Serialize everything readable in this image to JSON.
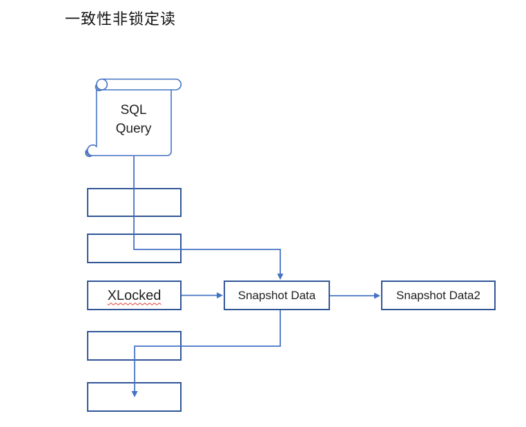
{
  "title": "一致性非锁定读",
  "scroll": {
    "id": "sql-query-scroll",
    "shape": "vertical-scroll",
    "label": "SQL\nQuery"
  },
  "boxes": [
    {
      "id": "step-box-1",
      "label": ""
    },
    {
      "id": "step-box-2",
      "label": ""
    },
    {
      "id": "xlocked-box",
      "label": "XLocked",
      "spellcheck_underline": true
    },
    {
      "id": "step-box-4",
      "label": ""
    },
    {
      "id": "step-box-5",
      "label": ""
    },
    {
      "id": "snapshot-data-box",
      "label": "Snapshot Data"
    },
    {
      "id": "snapshot-data2-box",
      "label": "Snapshot Data2"
    }
  ],
  "connectors": [
    {
      "from": "sql-query-scroll",
      "to": "snapshot-data-box",
      "style": "elbow",
      "arrow": true
    },
    {
      "from": "xlocked-box",
      "to": "snapshot-data-box",
      "style": "straight",
      "arrow": true
    },
    {
      "from": "snapshot-data-box",
      "to": "snapshot-data2-box",
      "style": "straight",
      "arrow": true
    },
    {
      "from": "snapshot-data-box",
      "to": "step-box-5",
      "style": "elbow",
      "arrow": true
    }
  ],
  "colors": {
    "box_border": "#2F5496",
    "connector": "#4472C4",
    "scroll_outline": "#4472C4",
    "scroll_curl_fill": "#A6A6A6",
    "text": "#1F1F1F",
    "spellcheck_wave": "#E03A2F",
    "background": "#FFFFFF"
  }
}
